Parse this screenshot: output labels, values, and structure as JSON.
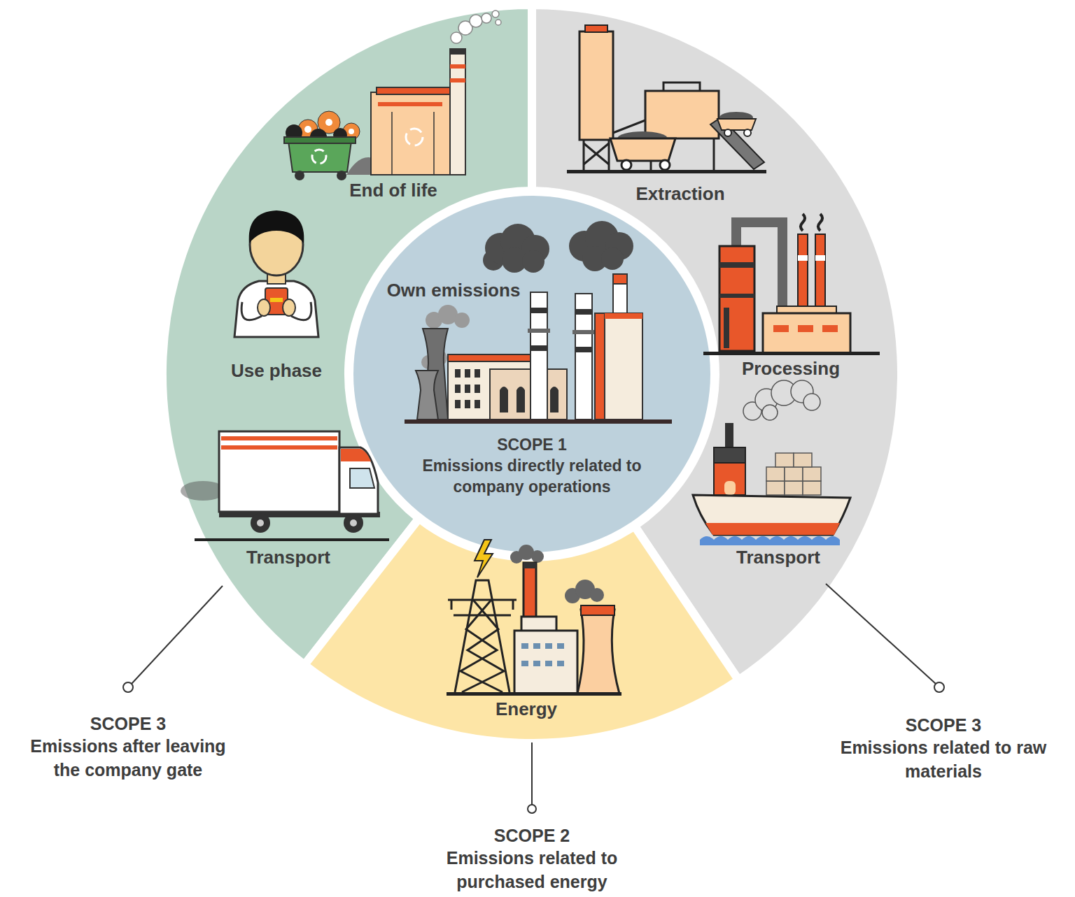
{
  "diagram": {
    "nodes": [
      {
        "text": [
          "End of life",
          "Use phase",
          "Transport"
        ]
      },
      {
        "text": [
          "Extraction",
          "Processing",
          "Transport"
        ]
      },
      {
        "text": [
          "Energy"
        ]
      },
      {
        "text": [
          "Own emissions",
          "SCOPE 1",
          "Emissions directly related to company operations"
        ]
      }
    ],
    "labels": [
      "SCOPE 3",
      "Emissions after leaving the company gate",
      "SCOPE 2",
      "Emissions related to purchased energy",
      "SCOPE 3",
      "Emissions related to raw materials"
    ]
  }
}
